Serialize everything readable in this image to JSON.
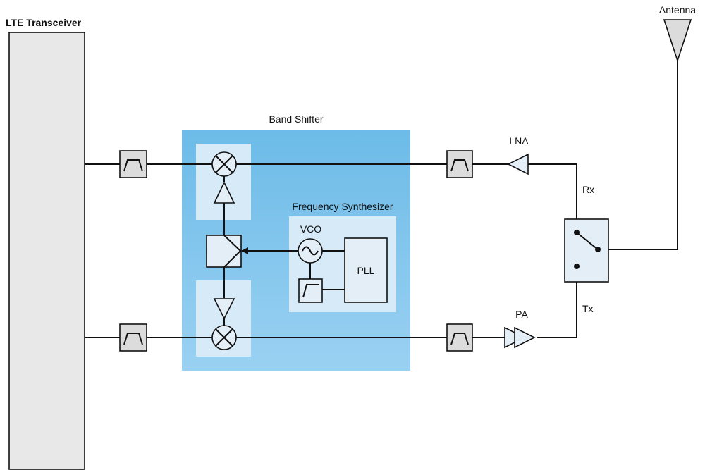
{
  "labels": {
    "transceiver": "LTE Transceiver",
    "antenna": "Antenna",
    "band_shifter": "Band Shifter",
    "freq_synth": "Frequency Synthesizer",
    "vco": "VCO",
    "pll": "PLL",
    "lna": "LNA",
    "pa": "PA",
    "rx": "Rx",
    "tx": "Tx"
  },
  "colors": {
    "band_shifter_top": "#6cbbe8",
    "band_shifter_bottom": "#9ad1f2",
    "inner_panel": "#d6eaf8",
    "component_fill": "#e3eef7",
    "transceiver_fill": "#e8e8e8",
    "filter_fill": "#dcdcdc",
    "line": "#111111"
  }
}
